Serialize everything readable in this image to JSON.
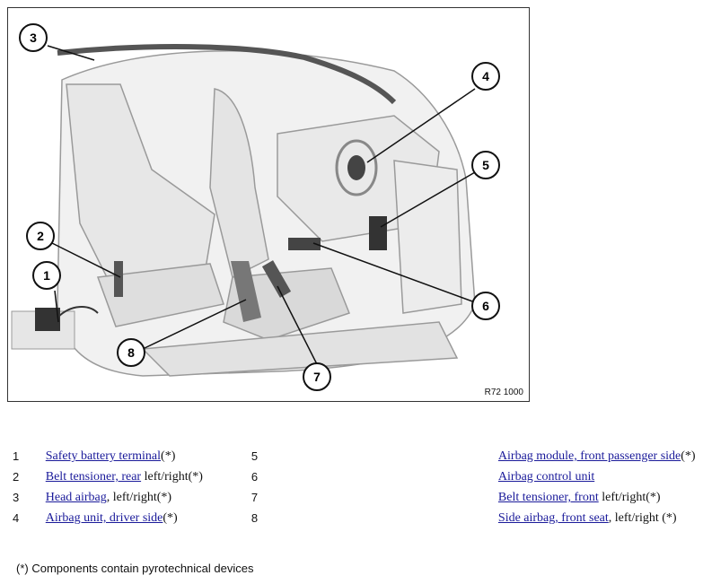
{
  "figure": {
    "id": "R72 1000",
    "callouts": [
      "1",
      "2",
      "3",
      "4",
      "5",
      "6",
      "7",
      "8"
    ]
  },
  "legend": {
    "rows": [
      {
        "left": {
          "num": "1",
          "link": "Safety battery terminal",
          "suffix": "(*)"
        },
        "right": {
          "num": "5",
          "link": "Airbag module, front passenger side",
          "suffix": "(*)"
        }
      },
      {
        "left": {
          "num": "2",
          "link": "Belt tensioner, rear",
          "suffix": " left/right(*)"
        },
        "right": {
          "num": "6",
          "link": "Airbag control unit",
          "suffix": ""
        }
      },
      {
        "left": {
          "num": "3",
          "link": "Head airbag",
          "suffix": ", left/right(*)"
        },
        "right": {
          "num": "7",
          "link": "Belt tensioner, front",
          "suffix": " left/right(*)"
        }
      },
      {
        "left": {
          "num": "4",
          "link": "Airbag unit, driver side",
          "suffix": "(*)"
        },
        "right": {
          "num": "8",
          "link": "Side airbag, front seat",
          "suffix": ", left/right (*)"
        }
      }
    ]
  },
  "footnote": "(*) Components contain pyrotechnical devices"
}
